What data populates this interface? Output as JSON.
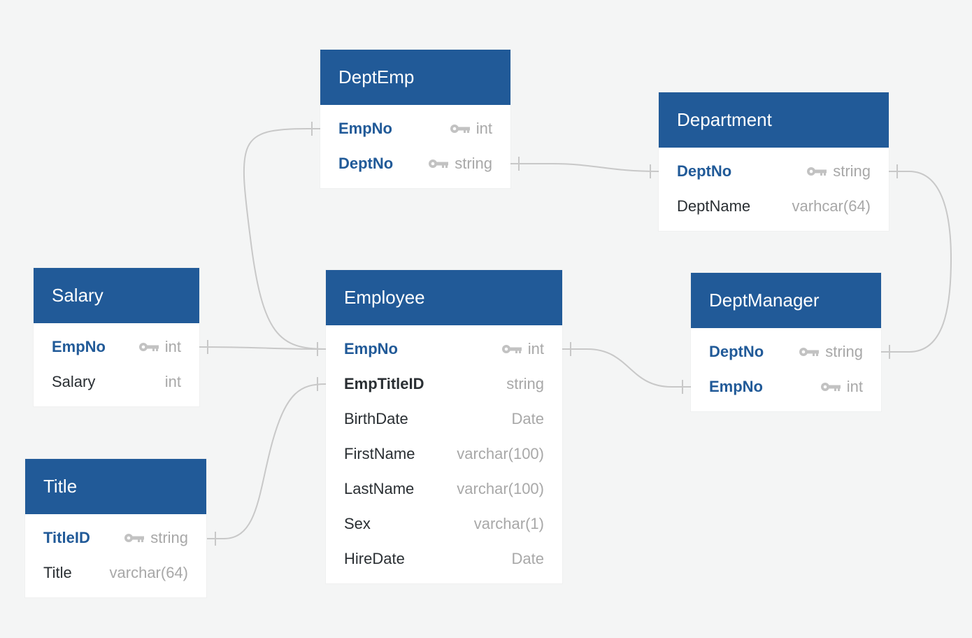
{
  "colors": {
    "header": "#215a98",
    "pk_text": "#215a98",
    "edge": "#c8c8c8",
    "background": "#f4f5f5"
  },
  "entities": {
    "deptemp": {
      "title": "DeptEmp",
      "columns": [
        {
          "name": "EmpNo",
          "type": "int",
          "pk": true,
          "icon": "key-icon"
        },
        {
          "name": "DeptNo",
          "type": "string",
          "pk": true,
          "icon": "key-icon"
        }
      ]
    },
    "department": {
      "title": "Department",
      "columns": [
        {
          "name": "DeptNo",
          "type": "string",
          "pk": true,
          "icon": "key-icon"
        },
        {
          "name": "DeptName",
          "type": "varhcar(64)"
        }
      ]
    },
    "salary": {
      "title": "Salary",
      "columns": [
        {
          "name": "EmpNo",
          "type": "int",
          "pk": true,
          "icon": "key-icon"
        },
        {
          "name": "Salary",
          "type": "int"
        }
      ]
    },
    "employee": {
      "title": "Employee",
      "columns": [
        {
          "name": "EmpNo",
          "type": "int",
          "pk": true,
          "icon": "key-icon"
        },
        {
          "name": "EmpTitleID",
          "type": "string",
          "fk": true
        },
        {
          "name": "BirthDate",
          "type": "Date"
        },
        {
          "name": "FirstName",
          "type": "varchar(100)"
        },
        {
          "name": "LastName",
          "type": "varchar(100)"
        },
        {
          "name": "Sex",
          "type": "varchar(1)"
        },
        {
          "name": "HireDate",
          "type": "Date"
        }
      ]
    },
    "deptmanager": {
      "title": "DeptManager",
      "columns": [
        {
          "name": "DeptNo",
          "type": "string",
          "pk": true,
          "icon": "key-icon"
        },
        {
          "name": "EmpNo",
          "type": "int",
          "pk": true,
          "icon": "key-icon"
        }
      ]
    },
    "title": {
      "title": "Title",
      "columns": [
        {
          "name": "TitleID",
          "type": "string",
          "pk": true,
          "icon": "key-icon"
        },
        {
          "name": "Title",
          "type": "varchar(64)"
        }
      ]
    }
  },
  "relationships": [
    {
      "from": "DeptEmp.EmpNo",
      "to": "Employee.EmpNo"
    },
    {
      "from": "DeptEmp.DeptNo",
      "to": "Department.DeptNo"
    },
    {
      "from": "Department.DeptNo",
      "to": "DeptManager.DeptNo"
    },
    {
      "from": "Salary.EmpNo",
      "to": "Employee.EmpNo"
    },
    {
      "from": "Employee.EmpNo",
      "to": "DeptManager.EmpNo"
    },
    {
      "from": "Title.TitleID",
      "to": "Employee.EmpTitleID"
    }
  ]
}
